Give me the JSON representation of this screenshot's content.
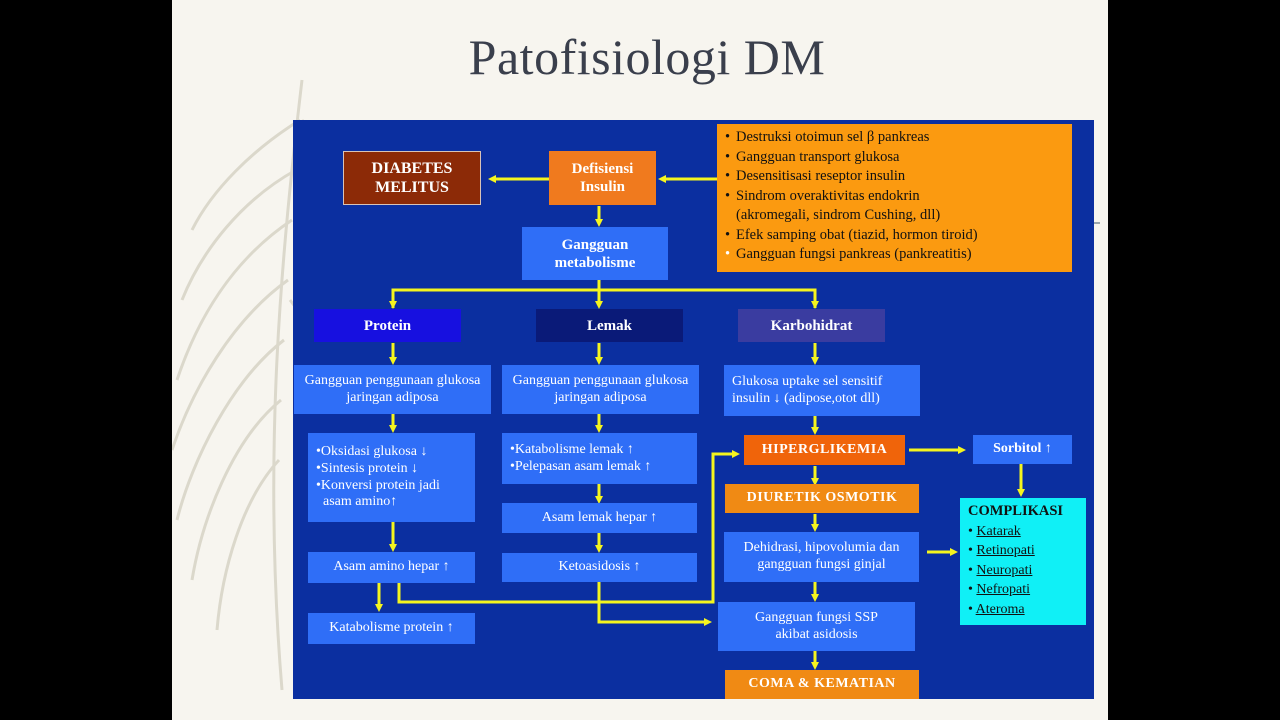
{
  "slide": {
    "title": "Patofisiologi DM"
  },
  "causes": [
    "Destruksi  otoimun  sel β pankreas",
    "Gangguan  transport  glukosa",
    "Desensitisasi  reseptor insulin",
    "Sindrom  overaktivitas  endokrin",
    "(akromegali,  sindrom  Cushing,  dll)",
    "Efek  samping  obat (tiazid,  hormon tiroid)",
    "Gangguan  fungsi  pankreas  (pankreatitis)"
  ],
  "diagram": {
    "dm": "DIABETES MELITUS",
    "defisiensi": "Defisiensi Insulin",
    "metabolisme": "Gangguan metabolisme",
    "protein": "Protein",
    "lemak": "Lemak",
    "karbohidrat": "Karbohidrat",
    "protein_gangguan": "Gangguan penggunaan glukosa jaringan  adiposa",
    "lemak_gangguan": "Gangguan penggunaan glukosa jaringan  adiposa",
    "karbo_uptake": "Glukosa uptake sel sensitif insulin ↓ (adipose,otot dll)",
    "protein_list": [
      "•Oksidasi glukosa ↓",
      "•Sintesis protein ↓",
      "•Konversi protein jadi",
      "  asam amino↑"
    ],
    "lemak_list": [
      "•Katabolisme lemak  ↑",
      "•Pelepasan asam lemak ↑"
    ],
    "asam_amino": "Asam amino hepar ↑",
    "katabolisme_protein": "Katabolisme  protein ↑",
    "asam_lemak": "Asam lemak hepar ↑",
    "ketoasidosis": "Ketoasidosis ↑",
    "hiperglikemia": "HIPERGLIKEMIA",
    "diuretik": "DIURETIK  OSMOTIK",
    "dehidrasi": "Dehidrasi, hipovolumia dan gangguan fungsi ginjal",
    "ssp": "Gangguan fungsi SSP akibat asidosis",
    "coma": "COMA & KEMATIAN",
    "sorbitol": "Sorbitol ↑",
    "komplikasi_title": "COMPLIKASI",
    "komplikasi": [
      "Katarak",
      "Retinopati",
      "Neuropati",
      "Nefropati",
      "Ateroma"
    ]
  },
  "colors": {
    "panel": "#0b2fa0",
    "box_blue": "#2f6ef7",
    "arrow": "#f5f51e",
    "orange": "#fb9a10",
    "cyan": "#10f0f6",
    "dm_red": "#8c2a07"
  }
}
